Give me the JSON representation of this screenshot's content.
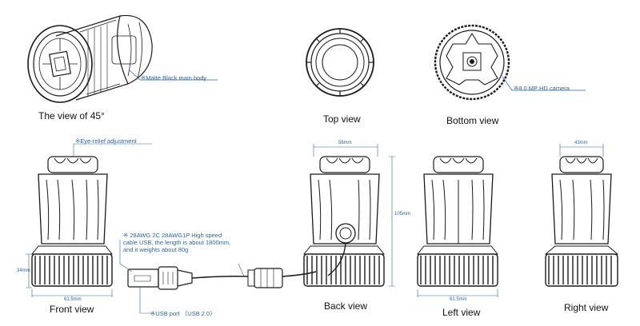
{
  "labels": {
    "view45": "The view of 45°",
    "top": "Top view",
    "bottom": "Bottom view",
    "front": "Front view",
    "back": "Back view",
    "left": "Left view",
    "right": "Right view"
  },
  "annotations": {
    "body": "※Matte Black main body",
    "camera": "※8.0 MP HD camera",
    "eye": "※Eye-relief adjustment",
    "cable_1": "※ 28AWG 2C 28AWG1P High speed",
    "cable_2": "cable USB, the length is about 1800mm,",
    "cable_3": "and it weights about 80g",
    "usb": "※USB port （USB 2.0）"
  },
  "dimensions": {
    "back_top": "56mm",
    "back_height": "105mm",
    "front_ring": "34mm",
    "front_bottom": "61.5mm",
    "left_bottom": "61.5mm",
    "right_top": "43mm"
  },
  "colors": {
    "line": "#1a1a1a",
    "annotation": "#2a63a8"
  }
}
